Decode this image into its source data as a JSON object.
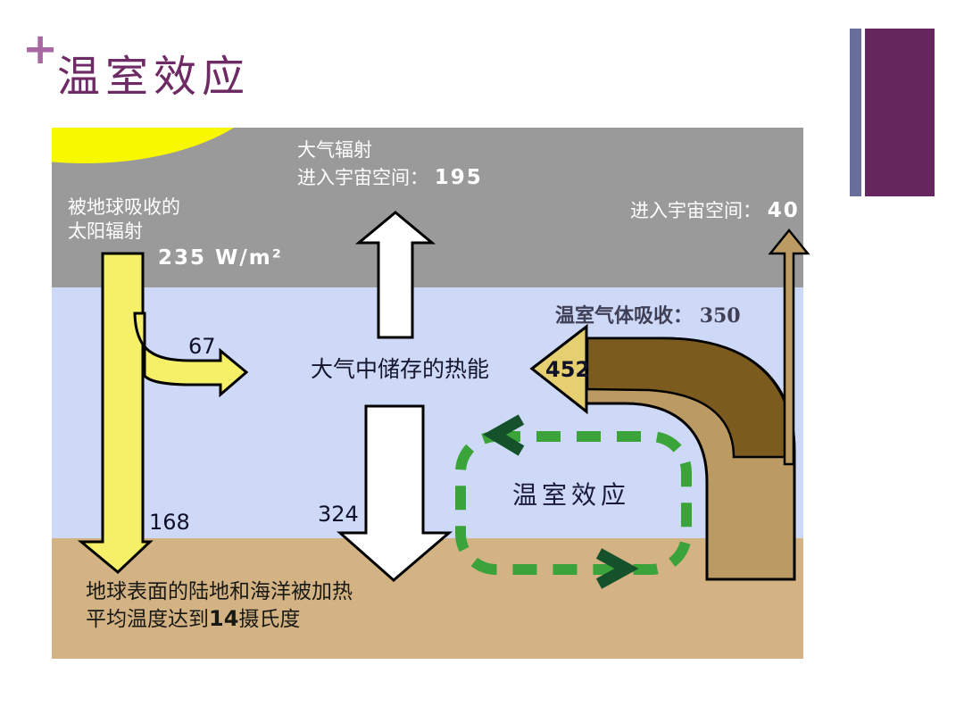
{
  "slide": {
    "plus_mark": "+",
    "title": "温室效应"
  },
  "diagram": {
    "solar": {
      "absorbed_line1": "被地球吸收的",
      "absorbed_line2": "太阳辐射",
      "absorbed_value": "235 W/m²"
    },
    "atmosphere_radiation": {
      "line1": "大气辐射",
      "line2_label": "进入宇宙空间：",
      "value": "195"
    },
    "space_right": {
      "label": "进入宇宙空间：",
      "value": "40"
    },
    "greenhouse_absorption": {
      "label": "温室气体吸收：",
      "value": "350"
    },
    "stored_heat_label": "大气中储存的热能",
    "flux_values": {
      "reflected_branch": "67",
      "surface_absorbed": "168",
      "back_radiation": "324",
      "gas_absorbed": "452"
    },
    "greenhouse_box_label": "温室效应",
    "ground_caption": {
      "line1": "地球表面的陆地和海洋被加热",
      "line2_prefix": "平均温度达到",
      "line2_value": "14",
      "line2_suffix": "摄氏度"
    },
    "colors": {
      "sky_gray": "#9a9a9a",
      "atmosphere_blue": "#cdd9f6",
      "ground_tan": "#d3b284",
      "sun_yellow": "#f8f800",
      "arrow_yellow": "#f6ef68",
      "arrow_gold_head": "#e5cf70",
      "arrow_brown_dark": "#7c5b1e",
      "arrow_brown_light": "#bb9a63",
      "dash_green": "#3aa33a",
      "chevron_green": "#15512a",
      "title_purple": "#6d2a64",
      "accent_bar_slate": "#686d9c",
      "accent_bar_purple": "#66275f"
    }
  }
}
